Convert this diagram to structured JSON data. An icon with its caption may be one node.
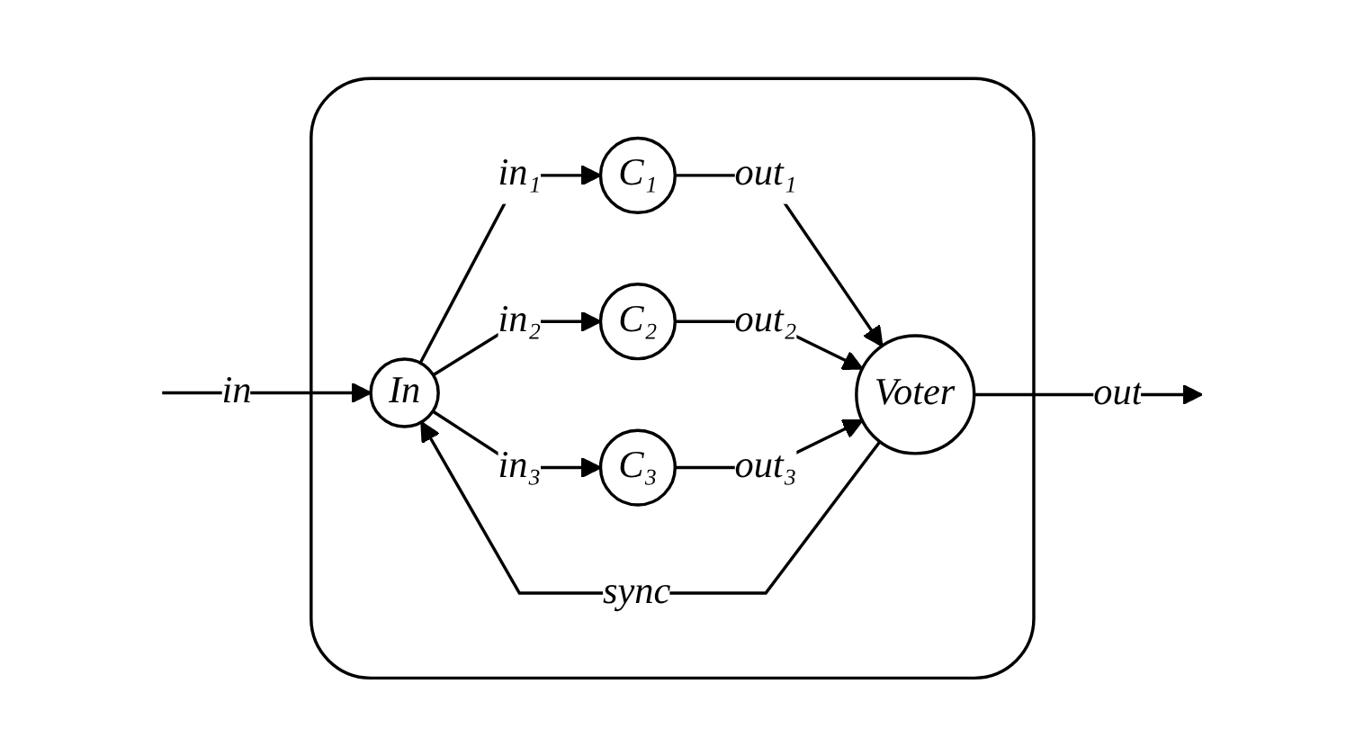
{
  "diagram": {
    "nodes": [
      {
        "text": [],
        "shape": "box"
      },
      {
        "text": [
          "In"
        ],
        "in": 0
      },
      {
        "text": [
          "C₁"
        ],
        "in": 0
      },
      {
        "text": [
          "C₂"
        ],
        "in": 0
      },
      {
        "text": [
          "C₃"
        ],
        "in": 0
      },
      {
        "text": [
          "Voter"
        ],
        "in": 0
      }
    ],
    "edges": [
      {
        "from": null,
        "to": 1,
        "arrow": "to",
        "label": "in"
      },
      {
        "from": 1,
        "to": 2,
        "arrow": "to",
        "label": "in₁"
      },
      {
        "from": 1,
        "to": 3,
        "arrow": "to",
        "label": "in₂"
      },
      {
        "from": 1,
        "to": 4,
        "arrow": "to",
        "label": "in₃"
      },
      {
        "from": 2,
        "to": 5,
        "arrow": "to",
        "label": "out₁"
      },
      {
        "from": 3,
        "to": 5,
        "arrow": "to",
        "label": "out₂"
      },
      {
        "from": 4,
        "to": 5,
        "arrow": "to",
        "label": "out₃"
      },
      {
        "from": 5,
        "to": null,
        "arrow": "to",
        "label": "out"
      },
      {
        "from": 5,
        "to": 1,
        "arrow": "to",
        "label": "sync"
      }
    ]
  }
}
